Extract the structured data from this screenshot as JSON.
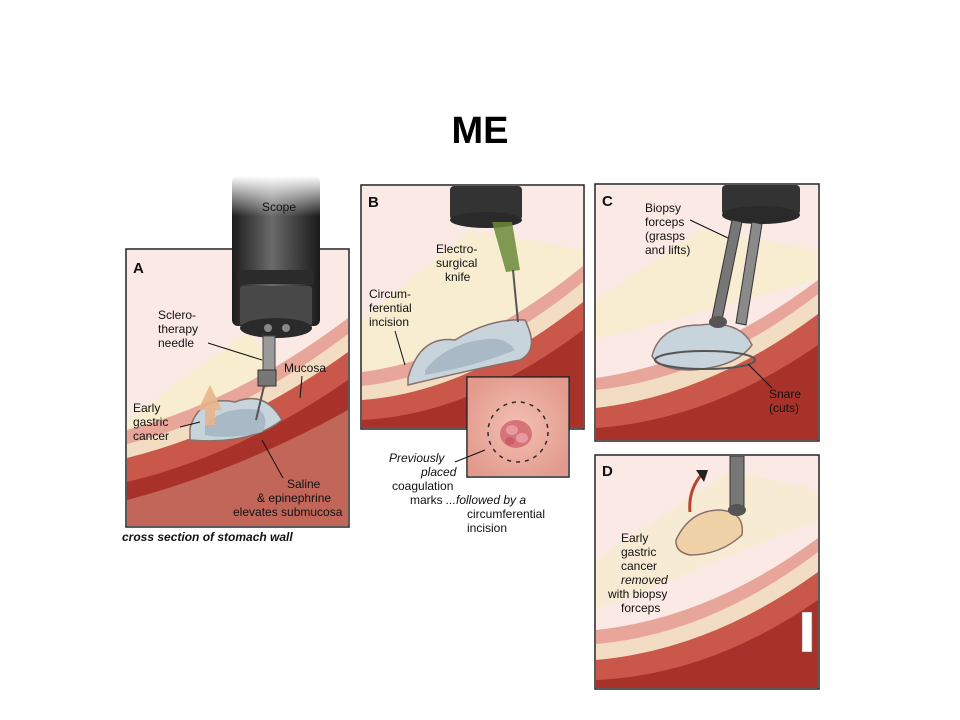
{
  "slide": {
    "title": "ME"
  },
  "panels": {
    "a": {
      "letter": "A",
      "scope": "Scope",
      "needle_line1": "Sclero-",
      "needle_line2": "therapy",
      "needle_line3": "needle",
      "mucosa": "Mucosa",
      "cancer_line1": "Early",
      "cancer_line2": "gastric",
      "cancer_line3": "cancer",
      "saline_line1": "Saline",
      "saline_line2": "& epinephrine",
      "saline_line3": "elevates submucosa",
      "caption": "cross section of stomach wall"
    },
    "b": {
      "letter": "B",
      "knife_line1": "Electro-",
      "knife_line2": "surgical",
      "knife_line3": "knife",
      "incision_line1": "Circum-",
      "incision_line2": "ferential",
      "incision_line3": "incision",
      "marks_line1": "Previously",
      "marks_line2": "placed",
      "marks_line3": "coagulation",
      "marks_line4": "marks",
      "followed_line1": "...followed by a",
      "followed_line2": "circumferential",
      "followed_line3": "incision"
    },
    "c": {
      "letter": "C",
      "forceps_line1": "Biopsy",
      "forceps_line2": "forceps",
      "forceps_line3": "(grasps",
      "forceps_line4": "and lifts)",
      "snare_line1": "Snare",
      "snare_line2": "(cuts)"
    },
    "d": {
      "letter": "D",
      "removed_line1": "Early",
      "removed_line2": "gastric",
      "removed_line3": "cancer",
      "removed_line4": "removed",
      "removed_line5": "with biopsy",
      "removed_line6": "forceps"
    }
  },
  "colors": {
    "tissue_red": "#a8322a",
    "tissue_pink": "#e8a59a",
    "submucosa_cream": "#f3ddc2",
    "background_pink": "#fbe4e1",
    "scope_dark": "#3a3a3a",
    "light_beam": "#f7edc8"
  }
}
